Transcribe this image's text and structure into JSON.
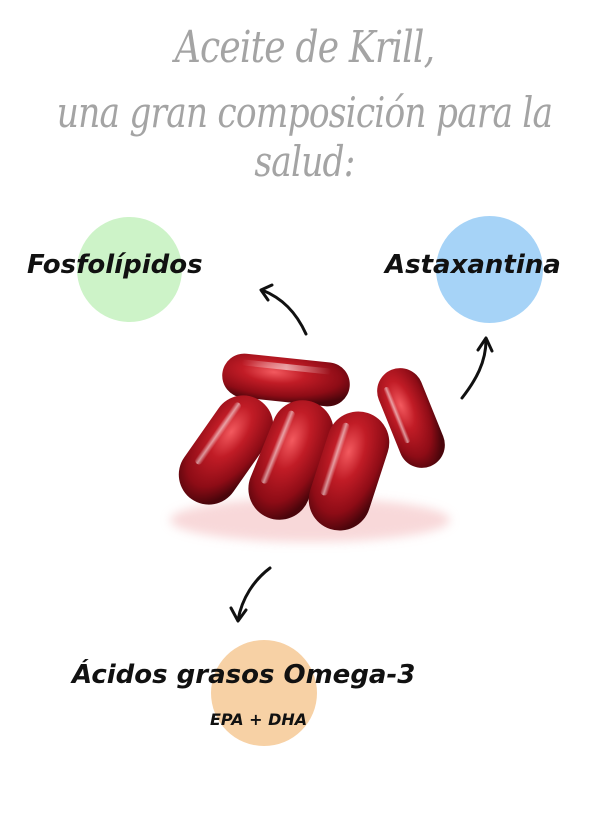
{
  "title": {
    "line1": "Aceite de Krill,",
    "line2": "una gran composición para la salud:"
  },
  "components": [
    {
      "label": "Fosfolípidos",
      "color": "#cdf3c8"
    },
    {
      "label": "Astaxantina",
      "color": "#a6d3f7"
    },
    {
      "label": "Ácidos grasos Omega-3",
      "sublabel": "EPA + DHA",
      "color": "#f7d1a5"
    }
  ],
  "capsule_color": "#a5101c"
}
